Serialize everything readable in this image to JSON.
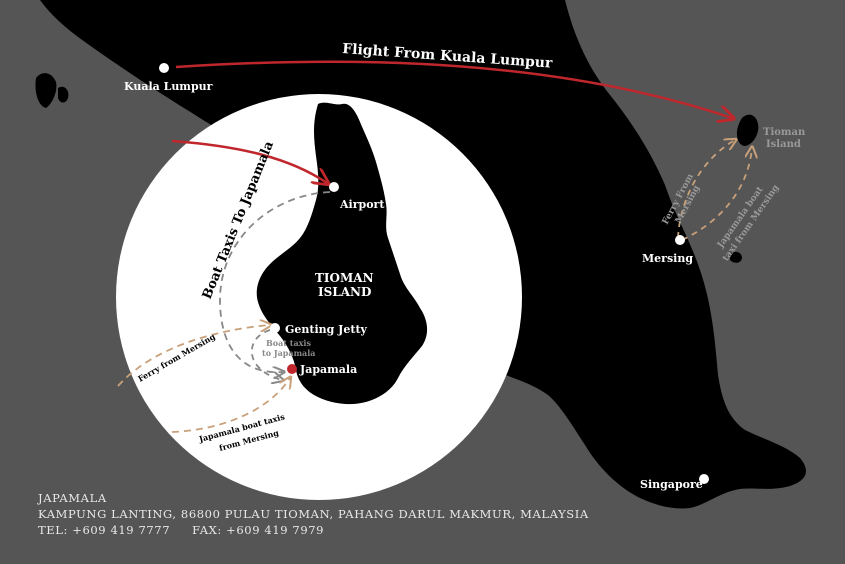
{
  "labels": {
    "flight_route": "Flight From Kuala Lumpur",
    "kuala_lumpur": "Kuala Lumpur",
    "tioman_island_small_1": "Tioman",
    "tioman_island_small_2": "Island",
    "ferry_from_mersing_1": "Ferry From",
    "ferry_from_mersing_2": "Mersing",
    "japamala_boat_1": "Japamala boat",
    "japamala_boat_2": "taxi from Mersing",
    "mersing": "Mersing",
    "singapore": "Singapore",
    "airport": "Airport",
    "tioman_island_big_1": "TIOMAN",
    "tioman_island_big_2": "ISLAND",
    "boat_taxis_to_japamala": "Boat Taxis To Japamala",
    "genting_jetty": "Genting Jetty",
    "boat_taxis_small_1": "Boat taxis",
    "boat_taxis_small_2": "to Japamala",
    "japamala": "Japamala",
    "ferry_from_mersing_inset": "Ferry from Mersing",
    "japamala_boat_inset_1": "Japamala boat taxis",
    "japamala_boat_inset_2": "from Mersing"
  },
  "footer": {
    "name": "JAPAMALA",
    "address": "KAMPUNG LANTING, 86800 PULAU TIOMAN, PAHANG DARUL MAKMUR, MALAYSIA",
    "tel": "TEL: +609 419 7777",
    "fax": "FAX: +609 419 7979"
  },
  "colors": {
    "background": "#555555",
    "land": "#000000",
    "inset_circle": "#ffffff",
    "flight_route": "#c0272d",
    "boat_route": "#c8a07a",
    "taxi_route": "#888888",
    "light_label": "#999999"
  }
}
